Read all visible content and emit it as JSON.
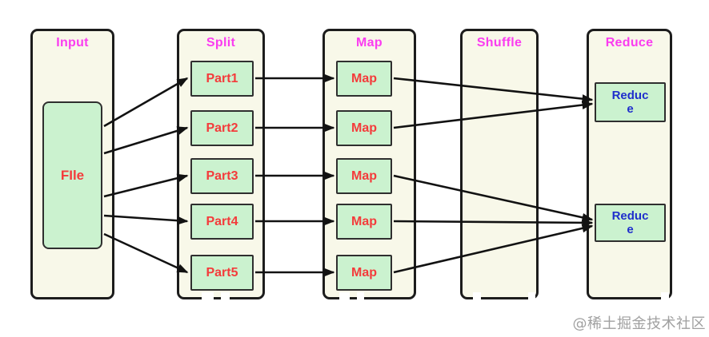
{
  "diagram": {
    "columns": [
      {
        "id": "input",
        "label": "Input"
      },
      {
        "id": "split",
        "label": "Split"
      },
      {
        "id": "map",
        "label": "Map"
      },
      {
        "id": "shuffle",
        "label": "Shuffle"
      },
      {
        "id": "reduce",
        "label": "Reduce"
      }
    ],
    "nodes": {
      "file": {
        "label": "FIle"
      },
      "part1": {
        "label": "Part1"
      },
      "part2": {
        "label": "Part2"
      },
      "part3": {
        "label": "Part3"
      },
      "part4": {
        "label": "Part4"
      },
      "part5": {
        "label": "Part5"
      },
      "map1": {
        "label": "Map"
      },
      "map2": {
        "label": "Map"
      },
      "map3": {
        "label": "Map"
      },
      "map4": {
        "label": "Map"
      },
      "map5": {
        "label": "Map"
      },
      "reduce1": {
        "lines": [
          "Reduc",
          "e"
        ]
      },
      "reduce2": {
        "lines": [
          "Reduc",
          "e"
        ]
      }
    },
    "edges": [
      {
        "from": "file",
        "to": "part1"
      },
      {
        "from": "file",
        "to": "part2"
      },
      {
        "from": "file",
        "to": "part3"
      },
      {
        "from": "file",
        "to": "part4"
      },
      {
        "from": "file",
        "to": "part5"
      },
      {
        "from": "part1",
        "to": "map1"
      },
      {
        "from": "part2",
        "to": "map2"
      },
      {
        "from": "part3",
        "to": "map3"
      },
      {
        "from": "part4",
        "to": "map4"
      },
      {
        "from": "part5",
        "to": "map5"
      },
      {
        "from": "map1",
        "to": "reduce1"
      },
      {
        "from": "map2",
        "to": "reduce1"
      },
      {
        "from": "map3",
        "to": "reduce2"
      },
      {
        "from": "map4",
        "to": "reduce2"
      },
      {
        "from": "map5",
        "to": "reduce2"
      }
    ]
  },
  "watermark": {
    "text": "@稀土掘金技术社区"
  },
  "colors": {
    "background": "#ffffff",
    "column_fill": "#f8f8e9",
    "column_border": "#1c1c1c",
    "node_fill": "#cbf2cf",
    "node_border": "#2f2f2f",
    "header_text": "#fa3cf0",
    "file_part_map_text": "#f43b3b",
    "reduce_text": "#1f2ecc",
    "arrow": "#121212",
    "watermark_text": "#a0a0a0"
  }
}
